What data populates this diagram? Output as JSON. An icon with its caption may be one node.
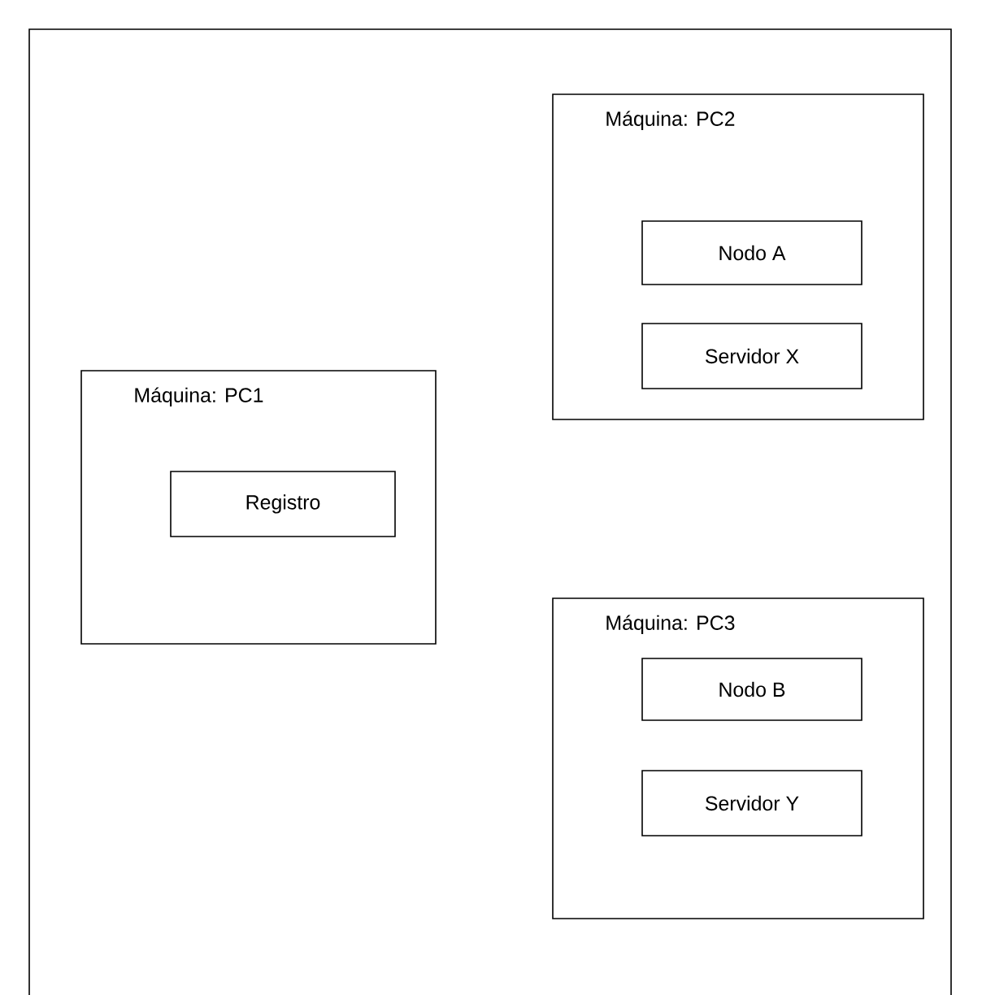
{
  "diagram": {
    "nodes": [
      {
        "text": [
          "Máquina: PC1"
        ]
      },
      {
        "text": [
          "Registro"
        ],
        "in": 0
      },
      {
        "text": [
          "Máquina: PC2"
        ]
      },
      {
        "text": [
          "Nodo A"
        ],
        "in": 2
      },
      {
        "text": [
          "Servidor X"
        ],
        "in": 2
      },
      {
        "text": [
          "Máquina: PC3"
        ]
      },
      {
        "text": [
          "Nodo B"
        ],
        "in": 5
      },
      {
        "text": [
          "Servidor Y"
        ],
        "in": 5
      }
    ]
  }
}
